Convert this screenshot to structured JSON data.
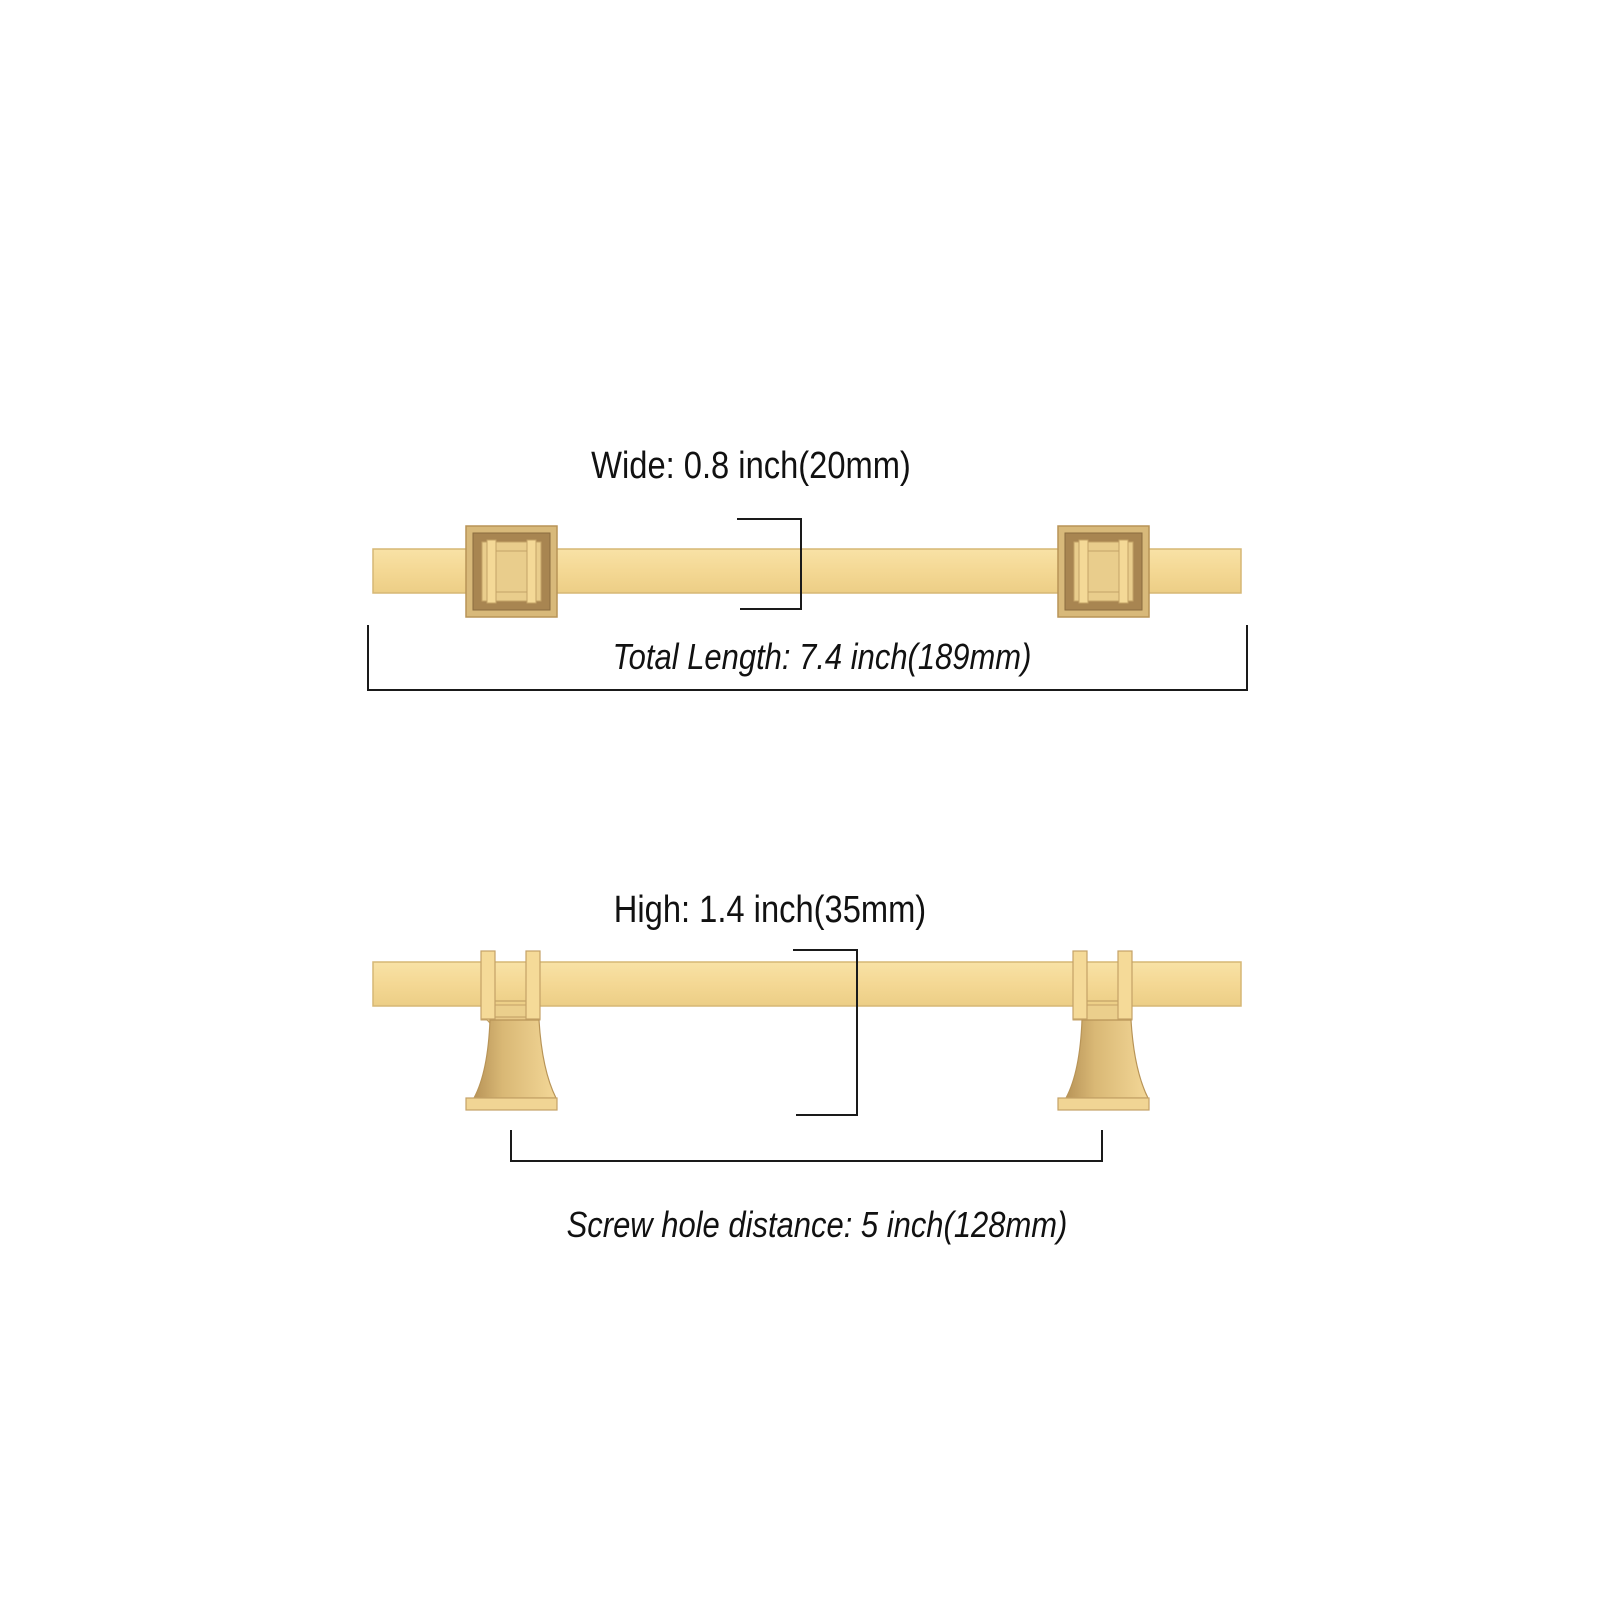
{
  "colors": {
    "background": "#ffffff",
    "brass_light": "#f7dd9c",
    "brass_mid": "#edcf87",
    "brass_dark": "#c9a66a",
    "brass_shadow": "#9e7f4e",
    "dimension_line": "#1a1a1a"
  },
  "top_view": {
    "width_label": "Wide: 0.8 inch(20mm)",
    "length_label": "Total Length: 7.4 inch(189mm)"
  },
  "side_view": {
    "height_label": "High: 1.4 inch(35mm)",
    "screw_label": "Screw hole distance: 5 inch(128mm)"
  }
}
